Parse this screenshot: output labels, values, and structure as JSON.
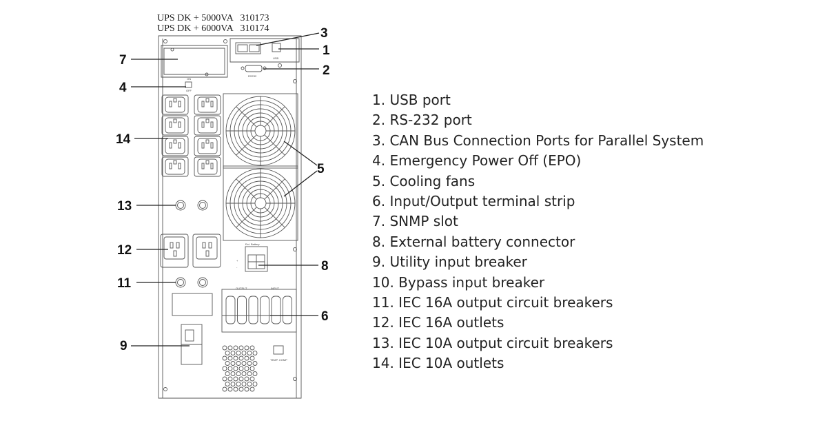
{
  "header": {
    "line1": "UPS DK + 5000VA   310173",
    "line2": "UPS DK + 6000VA   310174"
  },
  "callouts": [
    "1",
    "2",
    "3",
    "4",
    "5",
    "6",
    "7",
    "8",
    "9",
    "11",
    "12",
    "13",
    "14"
  ],
  "panel_labels": {
    "usb": "USB",
    "rs232": "RS232",
    "ext_battery": "Ext. Battery",
    "output": "OUTPUT",
    "input": "INPUT",
    "temp_comp": "TEMP. COMP",
    "epo_on": "ON",
    "epo_off": "OFF"
  },
  "legend": [
    "1. USB port",
    "2. RS-232 port",
    "3. CAN Bus Connection Ports for Parallel System",
    "4. Emergency Power Off (EPO)",
    "5. Cooling fans",
    "6. Input/Output terminal strip",
    "7. SNMP slot",
    "8. External battery connector",
    "9. Utility input breaker",
    "10.  Bypass input breaker",
    "11.  IEC 16A output circuit breakers",
    "12.  IEC 16A outlets",
    "13.  IEC 10A output circuit breakers",
    "14.  IEC 10A outlets"
  ]
}
